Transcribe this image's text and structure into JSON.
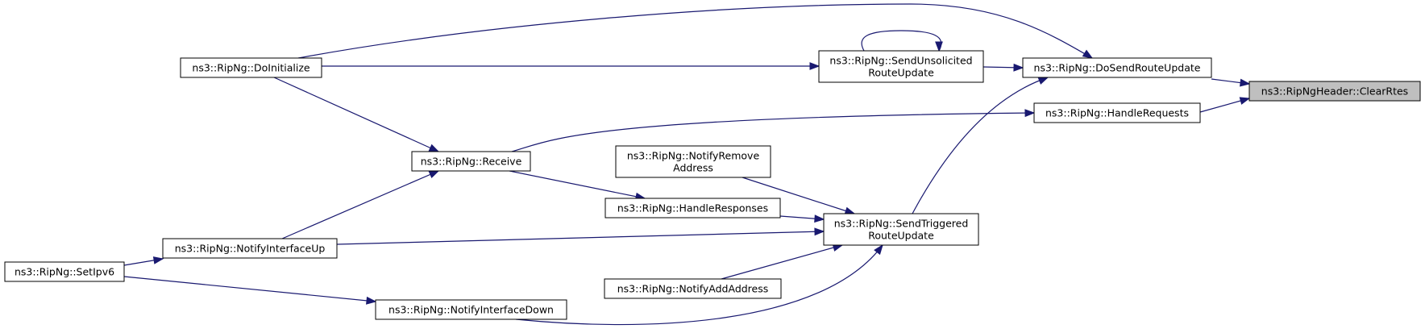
{
  "graph": {
    "nodes": {
      "clear_rtes": {
        "lines": [
          "ns3::RipNgHeader::ClearRtes"
        ],
        "highlight": true
      },
      "do_send_route_update": {
        "lines": [
          "ns3::RipNg::DoSendRouteUpdate"
        ]
      },
      "handle_requests": {
        "lines": [
          "ns3::RipNg::HandleRequests"
        ]
      },
      "send_unsolicited": {
        "lines": [
          "ns3::RipNg::SendUnsolicited",
          "RouteUpdate"
        ]
      },
      "do_initialize": {
        "lines": [
          "ns3::RipNg::DoInitialize"
        ]
      },
      "receive": {
        "lines": [
          "ns3::RipNg::Receive"
        ]
      },
      "notify_remove_address": {
        "lines": [
          "ns3::RipNg::NotifyRemove",
          "Address"
        ]
      },
      "handle_responses": {
        "lines": [
          "ns3::RipNg::HandleResponses"
        ]
      },
      "send_triggered": {
        "lines": [
          "ns3::RipNg::SendTriggered",
          "RouteUpdate"
        ]
      },
      "notify_interface_up": {
        "lines": [
          "ns3::RipNg::NotifyInterfaceUp"
        ]
      },
      "notify_add_address": {
        "lines": [
          "ns3::RipNg::NotifyAddAddress"
        ]
      },
      "notify_interface_down": {
        "lines": [
          "ns3::RipNg::NotifyInterfaceDown"
        ]
      },
      "set_ipv6": {
        "lines": [
          "ns3::RipNg::SetIpv6"
        ]
      }
    },
    "edges": [
      {
        "from": "do_send_route_update",
        "to": "clear_rtes"
      },
      {
        "from": "handle_requests",
        "to": "clear_rtes"
      },
      {
        "from": "send_unsolicited",
        "to": "do_send_route_update"
      },
      {
        "from": "send_unsolicited",
        "to": "send_unsolicited"
      },
      {
        "from": "do_initialize",
        "to": "send_unsolicited"
      },
      {
        "from": "do_initialize",
        "to": "do_send_route_update"
      },
      {
        "from": "receive",
        "to": "handle_requests"
      },
      {
        "from": "receive",
        "to": "do_initialize"
      },
      {
        "from": "send_triggered",
        "to": "do_send_route_update"
      },
      {
        "from": "notify_remove_address",
        "to": "send_triggered"
      },
      {
        "from": "handle_responses",
        "to": "send_triggered"
      },
      {
        "from": "receive",
        "to": "handle_responses"
      },
      {
        "from": "notify_interface_up",
        "to": "send_triggered"
      },
      {
        "from": "notify_interface_up",
        "to": "receive"
      },
      {
        "from": "notify_add_address",
        "to": "send_triggered"
      },
      {
        "from": "notify_interface_down",
        "to": "send_triggered"
      },
      {
        "from": "set_ipv6",
        "to": "notify_interface_up"
      },
      {
        "from": "set_ipv6",
        "to": "notify_interface_down"
      }
    ],
    "colors": {
      "edge": "#191970",
      "node_fill": "#ffffff",
      "highlight_fill": "#bfbfbf",
      "border": "#000000"
    }
  }
}
